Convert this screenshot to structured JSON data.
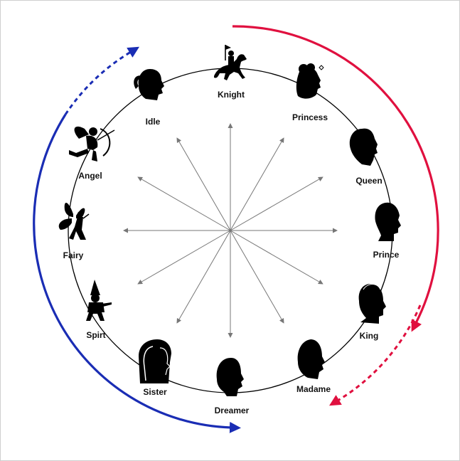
{
  "diagram": {
    "colors": {
      "outer_left_arrow": "#1a2db4",
      "outer_right_arrow": "#e0103f",
      "ring": "#000000",
      "spokes": "#777777"
    },
    "figures": [
      {
        "key": "knight",
        "label": "Knight",
        "icon": "knight-on-horse-icon"
      },
      {
        "key": "princess",
        "label": "Princess",
        "icon": "princess-head-icon"
      },
      {
        "key": "queen",
        "label": "Queen",
        "icon": "queen-head-icon"
      },
      {
        "key": "prince",
        "label": "Prince",
        "icon": "prince-head-icon"
      },
      {
        "key": "king",
        "label": "King",
        "icon": "king-head-icon"
      },
      {
        "key": "madame",
        "label": "Madame",
        "icon": "madame-head-icon"
      },
      {
        "key": "dreamer",
        "label": "Dreamer",
        "icon": "dreamer-head-icon"
      },
      {
        "key": "sister",
        "label": "Sister",
        "icon": "sister-veiled-head-icon"
      },
      {
        "key": "spirt",
        "label": "Spirt",
        "icon": "gnome-spirit-icon"
      },
      {
        "key": "fairy",
        "label": "Fairy",
        "icon": "fairy-icon"
      },
      {
        "key": "angel",
        "label": "Angel",
        "icon": "cupid-angel-icon"
      },
      {
        "key": "idle",
        "label": "Idle",
        "icon": "ponytail-head-icon"
      }
    ]
  }
}
